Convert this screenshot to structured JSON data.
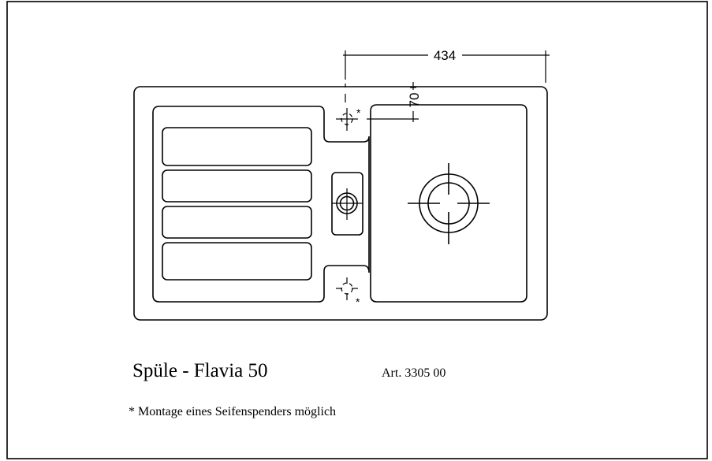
{
  "drawing": {
    "title": "Spüle - Flavia 50",
    "article": "Art. 3305 00",
    "footnote": "* Montage eines Seifenspenders möglich",
    "dimension_width": "434",
    "dimension_offset": "70",
    "asterisk": "*"
  }
}
